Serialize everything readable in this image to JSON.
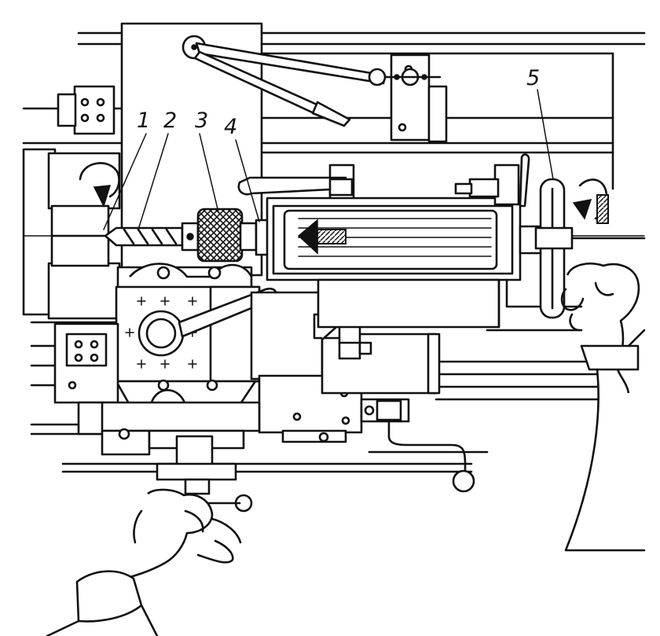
{
  "figure": {
    "callouts": [
      {
        "number": "1",
        "part": "drill-bit"
      },
      {
        "number": "2",
        "part": "drill-flutes"
      },
      {
        "number": "3",
        "part": "drill-chuck"
      },
      {
        "number": "4",
        "part": "tailstock-clamp-lever"
      },
      {
        "number": "5",
        "part": "tailstock-handwheel"
      }
    ],
    "colors": {
      "ink": "#111111",
      "paper": "#ffffff"
    }
  }
}
